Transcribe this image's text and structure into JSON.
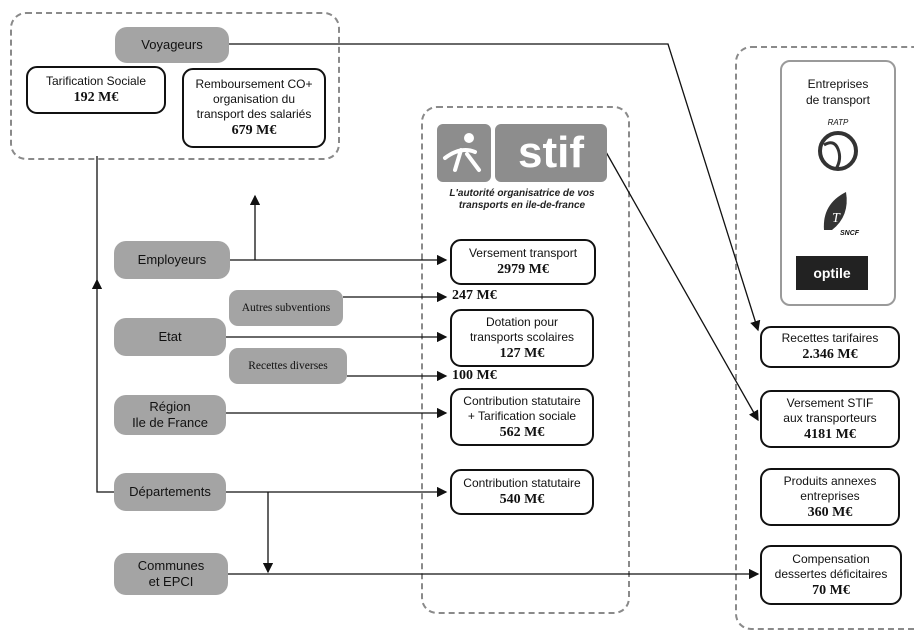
{
  "sources": {
    "voyageurs": "Voyageurs",
    "employeurs": "Employeurs",
    "etat": "Etat",
    "region": "Région\nIle de France",
    "departements": "Départements",
    "communes": "Communes\net EPCI",
    "autres_subventions": "Autres subventions",
    "recettes_diverses": "Recettes diverses"
  },
  "voyageurs_group": {
    "tarification_sociale": {
      "label": "Tarification Sociale",
      "value": "192 M€"
    },
    "remboursement": {
      "label": "Remboursement CO+\norganisation du\ntransport des salariés",
      "value": "679 M€"
    }
  },
  "stif": {
    "logo_text": "stif",
    "tagline": "L'autorité organisatrice de vos\ntransports en ile-de-france",
    "versement_transport": {
      "label": "Versement transport",
      "value": "2979 M€"
    },
    "autres_subventions_value": "247 M€",
    "dotation": {
      "label": "Dotation pour\ntransports scolaires",
      "value": "127 M€"
    },
    "recettes_diverses_value": "100 M€",
    "contribution_tarif": {
      "label": "Contribution statutaire\n+ Tarification sociale",
      "value": "562 M€"
    },
    "contribution_statutaire": {
      "label": "Contribution statutaire",
      "value": "540 M€"
    }
  },
  "operators": {
    "title": "Entreprises\nde transport",
    "logos": [
      "RATP",
      "SNCF",
      "optile"
    ],
    "recettes_tarifaires": {
      "label": "Recettes tarifaires",
      "value": "2.346 M€"
    },
    "versement_stif": {
      "label": "Versement STIF\naux transporteurs",
      "value": "4181 M€"
    },
    "produits_annexes": {
      "label": "Produits annexes\nentreprises",
      "value": "360 M€"
    },
    "compensation": {
      "label": "Compensation\ndessertes déficitaires",
      "value": "70 M€"
    }
  },
  "colors": {
    "pill": "#a4a4a4",
    "dash": "#8a8a8a",
    "logo": "#8d8d8d"
  }
}
